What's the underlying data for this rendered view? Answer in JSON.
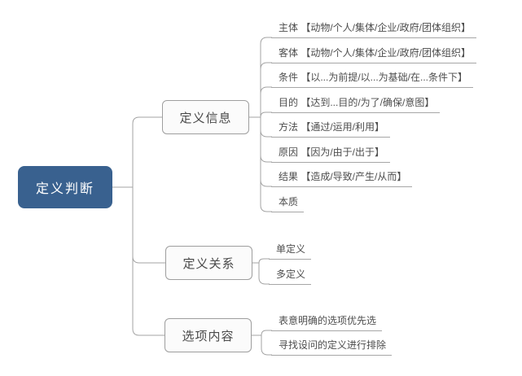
{
  "map": {
    "root": {
      "label": "定义判断",
      "fill_color": "#39618f",
      "text_color": "#ffffff"
    },
    "branches": [
      {
        "label": "定义信息",
        "children": [
          {
            "label": "主体 【动物/个人/集体/企业/政府/团体组织】"
          },
          {
            "label": "客体 【动物/个人/集体/企业/政府/团体组织】"
          },
          {
            "label": "条件 【以...为前提/以...为基础/在...条件下】"
          },
          {
            "label": "目的 【达到...目的/为了/确保/意图】"
          },
          {
            "label": "方法 【通过/运用/利用】"
          },
          {
            "label": "原因 【因为/由于/出于】"
          },
          {
            "label": "结果 【造成/导致/产生/从而】"
          },
          {
            "label": "本质"
          }
        ]
      },
      {
        "label": "定义关系",
        "children": [
          {
            "label": "单定义"
          },
          {
            "label": "多定义"
          }
        ]
      },
      {
        "label": "选项内容",
        "children": [
          {
            "label": "表意明确的选项优先选"
          },
          {
            "label": "寻找设问的定义进行排除"
          }
        ]
      }
    ],
    "style": {
      "connector_color": "#a3a3a3",
      "branch_border_color": "#9e9e9e",
      "branch_fill_color": "#fbfbfb",
      "leaf_text_color": "#4d4d4d",
      "background_color": "#ffffff"
    }
  }
}
